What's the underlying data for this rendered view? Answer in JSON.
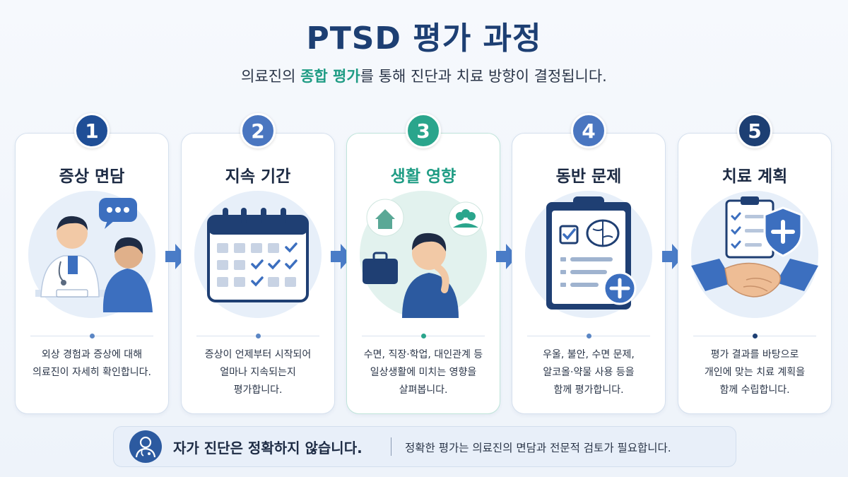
{
  "title": "PTSD 평가 과정",
  "subtitle": {
    "before": "의료진의 ",
    "highlight": "종합 평가",
    "after": "를 통해 진단과 치료 방향이 결정됩니다."
  },
  "steps": [
    {
      "number": "1",
      "title": "증상 면담",
      "desc": [
        "외상 경험과 증상에 대해",
        "의료진이 자세히 확인합니다."
      ],
      "badge_color": "#1f4e96",
      "icon": "doctor-consultation-icon"
    },
    {
      "number": "2",
      "title": "지속 기간",
      "desc": [
        "증상이 언제부터 시작되어",
        "얼마나 지속되는지",
        "평가합니다."
      ],
      "badge_color": "#4a76c0",
      "icon": "calendar-icon"
    },
    {
      "number": "3",
      "title": "생활 영향",
      "desc": [
        "수면, 직장·학업, 대인관계 등",
        "일상생활에 미치는 영향을",
        "살펴봅니다."
      ],
      "badge_color": "#2aa58c",
      "icon": "daily-life-impact-icon"
    },
    {
      "number": "4",
      "title": "동반 문제",
      "desc": [
        "우울, 불안, 수면 문제,",
        "알코올·약물 사용 등을",
        "함께 평가합니다."
      ],
      "badge_color": "#4a76c0",
      "icon": "clipboard-brain-icon"
    },
    {
      "number": "5",
      "title": "치료 계획",
      "desc": [
        "평가 결과를 바탕으로",
        "개인에 맞는 치료 계획을",
        "함께 수립합니다."
      ],
      "badge_color": "#1d3f73",
      "icon": "handshake-plan-icon"
    }
  ],
  "note": {
    "main": "자가 진단은 정확하지 않습니다.",
    "sub": "정확한 평가는 의료진의 면담과 전문적 검토가 필요합니다.",
    "icon": "doctor-icon"
  },
  "colors": {
    "title": "#1d3f73",
    "accent_green": "#1f9c84",
    "arrow": "#4a7cc7"
  }
}
